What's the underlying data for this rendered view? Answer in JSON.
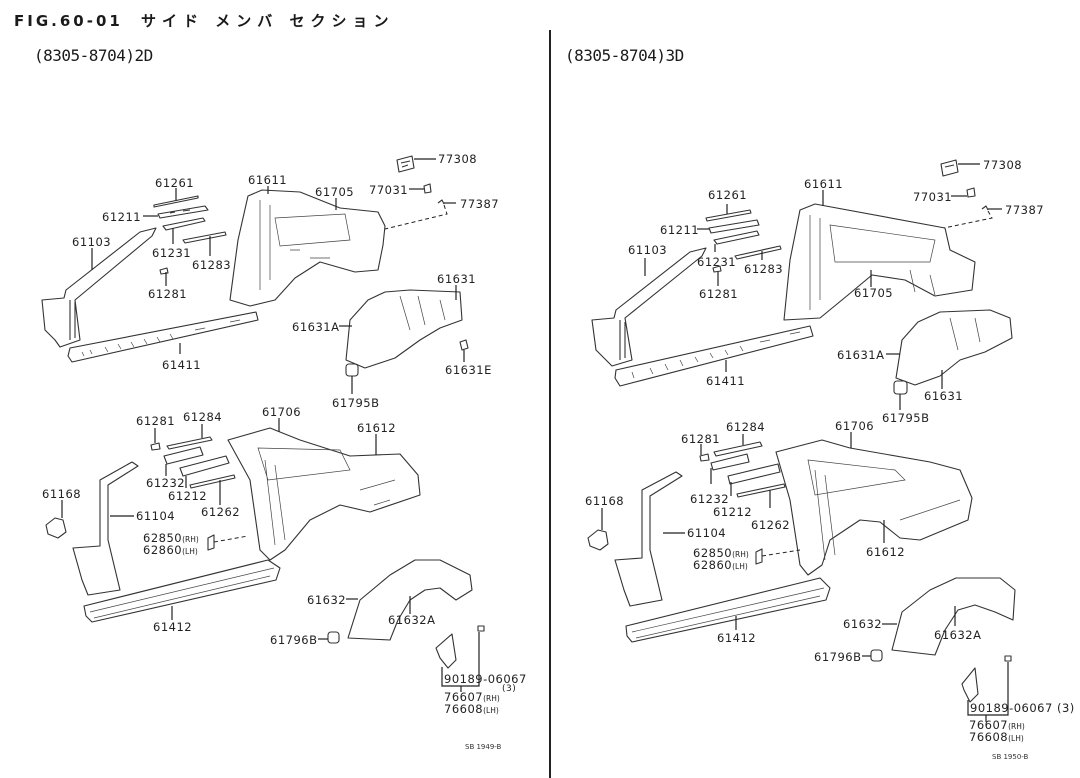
{
  "figure": {
    "title": "FIG.60-01",
    "title_jp": "サイド メンバ セクション"
  },
  "panels": [
    {
      "variant": "(8305-8704)2D",
      "ref_code": "SB 1949-B",
      "labels": {
        "p77308": "77308",
        "p77031": "77031",
        "p77387": "77387",
        "p61261": "61261",
        "p61611": "61611",
        "p61705": "61705",
        "p61211": "61211",
        "p61103": "61103",
        "p61231": "61231",
        "p61283": "61283",
        "p61281a": "61281",
        "p61631": "61631",
        "p61631A": "61631A",
        "p61631E": "61631E",
        "p61411": "61411",
        "p61795B": "61795B",
        "p61281b": "61281",
        "p61284": "61284",
        "p61706": "61706",
        "p61612": "61612",
        "p61232": "61232",
        "p61212": "61212",
        "p61262": "61262",
        "p61168": "61168",
        "p61104": "61104",
        "p62850": "62850",
        "p62850_side": "(RH)",
        "p62860": "62860",
        "p62860_side": "(LH)",
        "p61632": "61632",
        "p61632A": "61632A",
        "p61412": "61412",
        "p61796B": "61796B",
        "p90189": "90189-06067",
        "p90189_qty": "(3)",
        "p76607": "76607",
        "p76607_side": "(RH)",
        "p76608": "76608",
        "p76608_side": "(LH)"
      }
    },
    {
      "variant": "(8305-8704)3D",
      "ref_code": "SB 1950-B",
      "labels": {
        "p77308": "77308",
        "p77031": "77031",
        "p77387": "77387",
        "p61261": "61261",
        "p61611": "61611",
        "p61211": "61211",
        "p61103": "61103",
        "p61231": "61231",
        "p61283": "61283",
        "p61281a": "61281",
        "p61705": "61705",
        "p61631A": "61631A",
        "p61631": "61631",
        "p61411": "61411",
        "p61795B": "61795B",
        "p61281b": "61281",
        "p61284": "61284",
        "p61706": "61706",
        "p61232": "61232",
        "p61212": "61212",
        "p61262": "61262",
        "p61168": "61168",
        "p61104": "61104",
        "p61612": "61612",
        "p62850": "62850",
        "p62850_side": "(RH)",
        "p62860": "62860",
        "p62860_side": "(LH)",
        "p61632": "61632",
        "p61632A": "61632A",
        "p61412": "61412",
        "p61796B": "61796B",
        "p90189": "90189-06067 (3)",
        "p76607": "76607",
        "p76607_side": "(RH)",
        "p76608": "76608",
        "p76608_side": "(LH)"
      }
    }
  ]
}
